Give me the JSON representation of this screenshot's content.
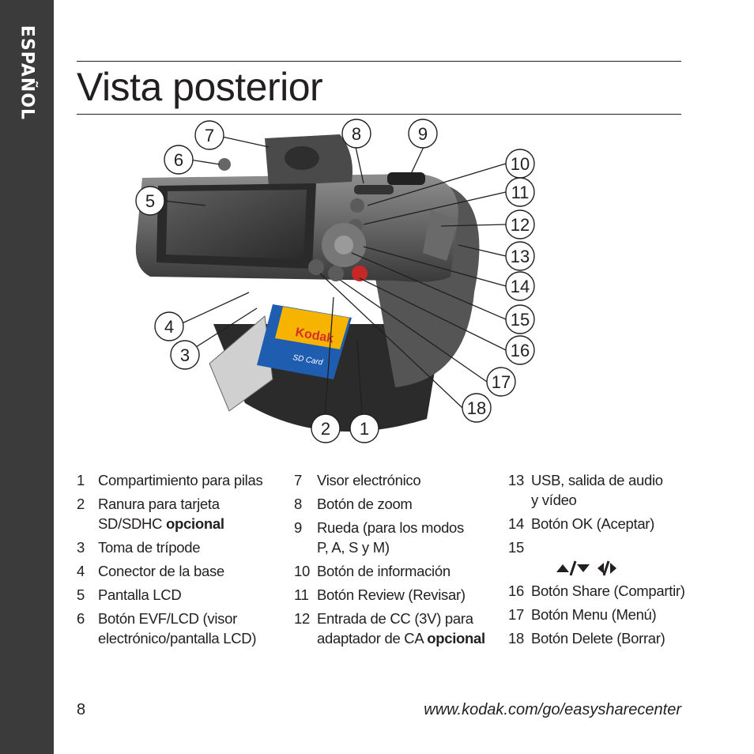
{
  "sidebar": {
    "language": "ESPAÑOL"
  },
  "title": "Vista posterior",
  "callouts": [
    "1",
    "2",
    "3",
    "4",
    "5",
    "6",
    "7",
    "8",
    "9",
    "10",
    "11",
    "12",
    "13",
    "14",
    "15",
    "16",
    "17",
    "18"
  ],
  "card": {
    "brand": "Kodak",
    "type": "SD Card"
  },
  "legend": {
    "col1": [
      {
        "n": "1",
        "t": "Compartimiento para pilas"
      },
      {
        "n": "2",
        "t": "Ranura para tarjeta\nSD/SDHC ",
        "b": "opcional"
      },
      {
        "n": "3",
        "t": "Toma de trípode"
      },
      {
        "n": "4",
        "t": "Conector de la base"
      },
      {
        "n": "5",
        "t": "Pantalla LCD"
      },
      {
        "n": "6",
        "t": "Botón EVF/LCD (visor\nelectrónico/pantalla LCD)"
      }
    ],
    "col2": [
      {
        "n": "7",
        "t": "Visor electrónico"
      },
      {
        "n": "8",
        "t": "Botón de zoom"
      },
      {
        "n": "9",
        "t": "Rueda (para los modos\nP, A, S y M)"
      },
      {
        "n": "10",
        "t": "Botón de información"
      },
      {
        "n": "11",
        "t": "Botón Review (Revisar)"
      },
      {
        "n": "12",
        "t": "Entrada de CC (3V) para\nadaptador de CA ",
        "b": "opcional"
      }
    ],
    "col3": [
      {
        "n": "13",
        "t": "USB, salida de audio\ny vídeo"
      },
      {
        "n": "14",
        "t": "Botón OK (Aceptar)"
      },
      {
        "n": "15",
        "t": "",
        "icon": "arrow-keys-icon"
      },
      {
        "n": "16",
        "t": "Botón Share (Compartir)"
      },
      {
        "n": "17",
        "t": "Botón Menu (Menú)"
      },
      {
        "n": "18",
        "t": "Botón Delete (Borrar)"
      }
    ]
  },
  "footer": {
    "page_number": "8",
    "url": "www.kodak.com/go/easysharecenter"
  }
}
